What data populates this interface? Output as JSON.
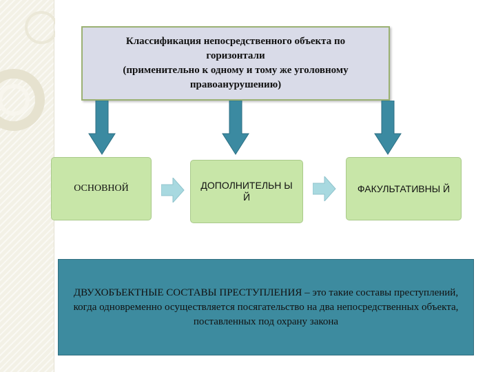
{
  "title": {
    "lines": [
      "Классификация непосредственного объекта по",
      "горизонтали",
      "(применительно к одному и тому же уголовному",
      "правоанурушению)"
    ]
  },
  "categories": [
    {
      "label": "ОСНОВНОЙ"
    },
    {
      "label": "ДОПОЛНИТЕЛЬН ЫЙ"
    },
    {
      "label": "ФАКУЛЬТАТИВНЫ Й"
    }
  ],
  "definition": {
    "text": "ДВУХОБЪЕКТНЫЕ СОСТАВЫ ПРЕСТУПЛЕНИЯ – это такие составы преступлений, когда одновременно осуществляется посягательство на два непосредственных объекта, поставленных под охрану закона"
  },
  "colors": {
    "title_fill": "#d9dbe8",
    "title_border": "#9bb173",
    "down_arrow": "#3b8aa1",
    "category_fill": "#c8e6a8",
    "right_arrow": "#a8d9e0",
    "definition_fill": "#3d8b9f"
  }
}
